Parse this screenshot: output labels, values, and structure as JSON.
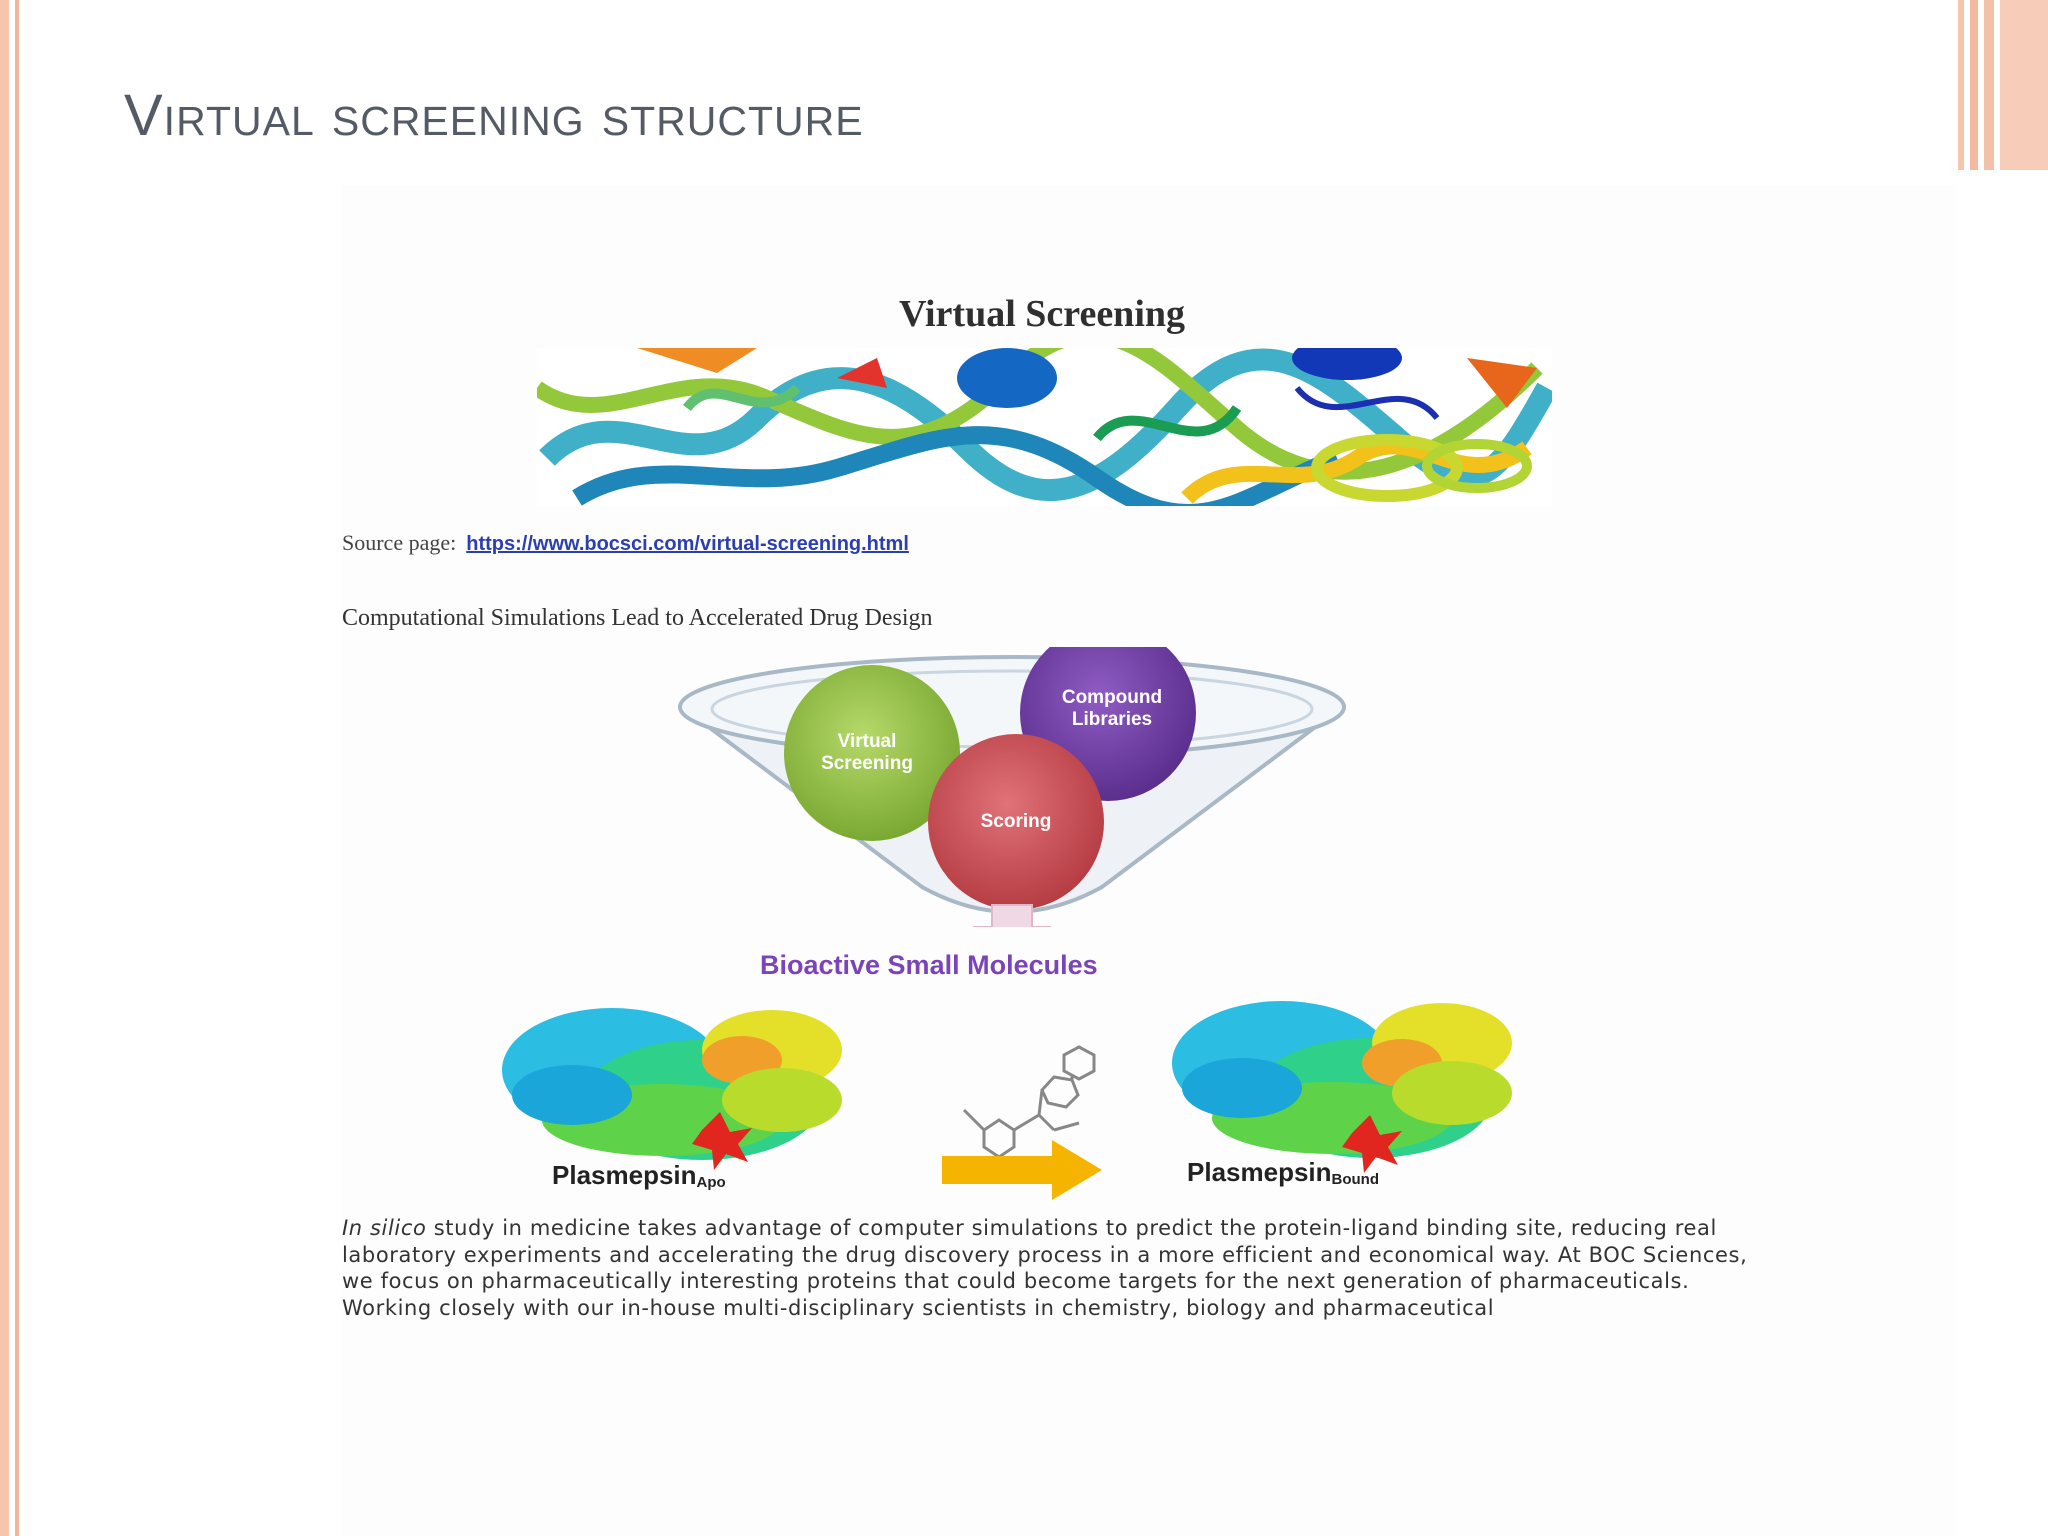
{
  "slide": {
    "title": "Virtual screening structure"
  },
  "figure": {
    "heading": "Virtual Screening",
    "source_prefix": "Source page:",
    "source_url": "https://www.bocsci.com/virtual-screening.html",
    "subheading": "Computational Simulations Lead to Accelerated Drug Design",
    "funnel": {
      "circle_1": "Virtual Screening",
      "circle_2": "Compound Libraries",
      "circle_3": "Scoring"
    },
    "outcome_label": "Bioactive Small Molecules",
    "protein_left": {
      "name": "Plasmepsin",
      "sub": "Apo"
    },
    "protein_right": {
      "name": "Plasmepsin",
      "sub": "Bound"
    },
    "body_lead": "In silico",
    "body_rest": " study in medicine takes advantage of computer simulations to predict the protein-ligand binding site, reducing real laboratory experiments and accelerating the drug discovery process in a more efficient and economical way. At BOC Sciences, we focus on pharmaceutically interesting proteins that could become targets for the next generation of pharmaceuticals. Working closely with our in-house multi-disciplinary scientists in chemistry, biology and pharmaceutical"
  },
  "colors": {
    "accent_rule": "#f5c6ad",
    "title_text": "#545a66",
    "link": "#2c3fb1",
    "outcome_label": "#7b44b8",
    "circle_green": "#8fc13f",
    "circle_purple": "#6a3a9e",
    "circle_red": "#c4474e",
    "arrow_yellow": "#f4b400"
  }
}
